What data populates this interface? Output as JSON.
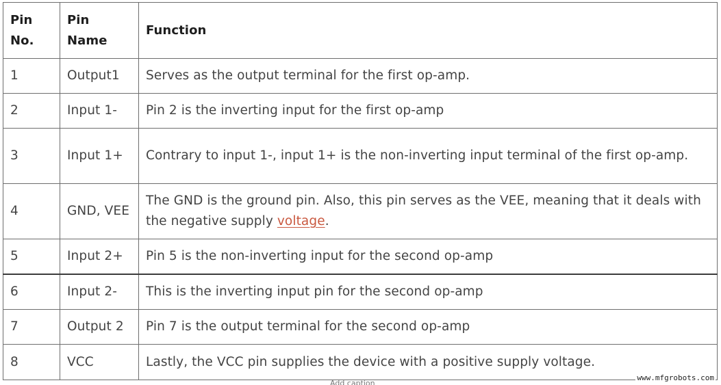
{
  "table": {
    "headers": {
      "pin_no": [
        "Pin",
        "No."
      ],
      "pin_name": [
        "Pin",
        "Name"
      ],
      "function": "Function"
    },
    "rows": [
      {
        "no": "1",
        "name": "Output1",
        "function": "Serves as the output terminal for the first op-amp."
      },
      {
        "no": "2",
        "name": "Input 1-",
        "function": "Pin 2 is the inverting input for the first op-amp"
      },
      {
        "no": "3",
        "name": "Input 1+",
        "function": "Contrary to input 1-, input 1+ is the non-inverting input terminal of the first op-amp."
      },
      {
        "no": "4",
        "name": "GND, VEE",
        "function_before": "The GND is the ground pin. Also, this pin serves as the VEE, meaning that it deals with the negative supply ",
        "function_link": "voltage",
        "function_after": "."
      },
      {
        "no": "5",
        "name": "Input 2+",
        "function": "Pin 5 is the non-inverting input for the second op-amp"
      },
      {
        "no": "6",
        "name": "Input 2-",
        "function": "This is the inverting input pin for the second op-amp"
      },
      {
        "no": "7",
        "name": "Output 2",
        "function": "Pin 7 is the output terminal for the second op-amp"
      },
      {
        "no": "8",
        "name": "VCC",
        "function": "Lastly, the VCC pin supplies the device with a positive supply voltage."
      }
    ]
  },
  "colors": {
    "link": "#c9583f",
    "border": "#6d6d6d",
    "text": "#444444"
  },
  "watermark": "www.mfgrobots.com",
  "caption_fragment": "Add caption"
}
